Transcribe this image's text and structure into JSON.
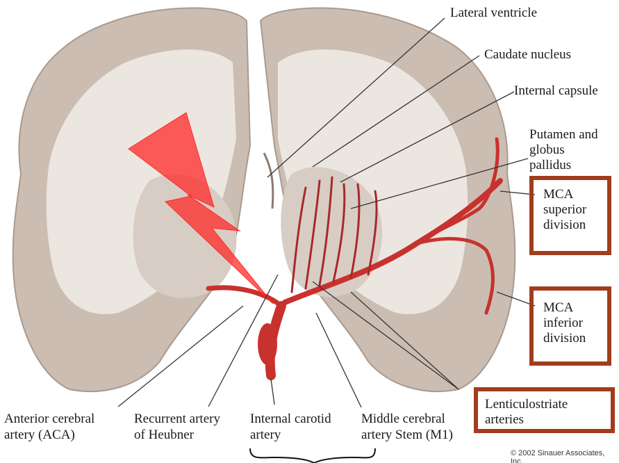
{
  "labels": {
    "lateral_ventricle": "Lateral ventricle",
    "caudate_nucleus": "Caudate nucleus",
    "internal_capsule": "Internal capsule",
    "putamen_1": "Putamen and",
    "putamen_2": "globus",
    "putamen_3": "pallidus",
    "mca_sup_1": "MCA",
    "mca_sup_2": "superior",
    "mca_sup_3": "division",
    "mca_inf_1": "MCA",
    "mca_inf_2": "inferior",
    "mca_inf_3": "division",
    "lenticulo_1": "Lenticulostriate",
    "lenticulo_2": "arteries",
    "aca_1": "Anterior cerebral",
    "aca_2": "artery (ACA)",
    "heubner_1": "Recurrent artery",
    "heubner_2": "of Heubner",
    "ica_1": "Internal carotid",
    "ica_2": "artery",
    "m1_1": "Middle cerebral",
    "m1_2": "artery Stem (M1)"
  },
  "copyright": "© 2002 Sinauer Associates, Inc.",
  "colors": {
    "tissue": "#cbbdb2",
    "white_matter": "#ece6e0",
    "artery": "#c8322e",
    "highlight_box": "#a23c1c",
    "lightning": "#ff2a2a"
  }
}
